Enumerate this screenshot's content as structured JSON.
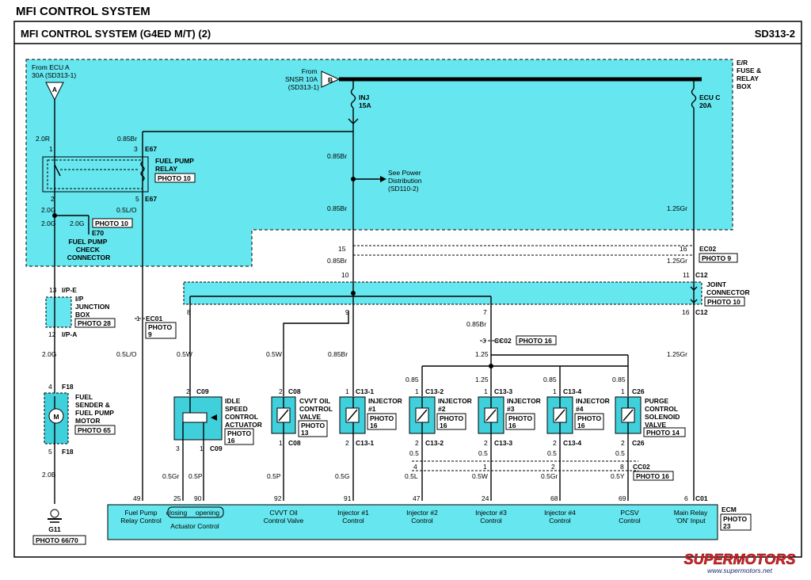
{
  "page_title": "MFI CONTROL SYSTEM",
  "header": {
    "title": "MFI CONTROL SYSTEM (G4ED M/T) (2)",
    "code": "SD313-2"
  },
  "colors": {
    "fuse_box_fill": "#66e6ee",
    "component_fill": "#3fd0dc",
    "ecm_fill": "#66e6ee"
  },
  "fuse_box": {
    "label": [
      "E/R",
      "FUSE &",
      "RELAY",
      "BOX"
    ]
  },
  "ecu_a": {
    "from": [
      "From ECU A",
      "30A (SD313-1)"
    ],
    "letter": "A"
  },
  "snsr": {
    "from": [
      "From",
      "SNSR 10A",
      "(SD313-1)"
    ],
    "letter": "B"
  },
  "inj_fuse": {
    "name": "INJ",
    "rating": "15A"
  },
  "ecu_c": {
    "name": "ECU C",
    "rating": "20A"
  },
  "relay": {
    "name": [
      "FUEL PUMP",
      "RELAY"
    ],
    "photo": "PHOTO 10",
    "conn_top": "E67",
    "conn_bot": "E67",
    "pin1": "1",
    "pin3": "3",
    "pin2": "2",
    "pin5": "5"
  },
  "wires": {
    "w2R": "2.0R",
    "w085Br_a": "0.85Br",
    "w085Br_b": "0.85Br",
    "w085Br_c": "0.85Br",
    "w085Br_d": "0.85Br",
    "w20G_a": "2.0G",
    "w20G_b": "2.0G",
    "w20G_c": "2.0G",
    "w05LO": "0.5L/O",
    "w125Gr_a": "1.25Gr",
    "w125Gr_b": "1.25Gr",
    "w125Gr_c": "1.25Gr",
    "w05W_a": "0.5W",
    "w05W_b": "0.5W",
    "w05W_c": "0.5W",
    "w085Br_e": "0.85Br",
    "w05LO_b": "0.5L/O",
    "w20G_d": "2.0G",
    "w20B": "2.0B",
    "w05Gr_a": "0.5Gr",
    "w05P_a": "0.5P",
    "w05P_b": "0.5P",
    "w05G": "0.5G",
    "w05L": "0.5L",
    "w05Gr_b": "0.5Gr",
    "w05Y": "0.5Y",
    "w085_a": "0.85",
    "w125_a": "1.25",
    "w085_b": "0.85",
    "w085_c": "0.85",
    "w125_b": "1.25",
    "w05_a": "0.5",
    "w05_b": "0.5",
    "w05_c": "0.5",
    "w05_d": "0.5"
  },
  "power_dist": [
    "See Power",
    "Distribution",
    "(SD110-2)"
  ],
  "check_conn": {
    "name": [
      "FUEL PUMP",
      "CHECK",
      "CONNECTOR"
    ],
    "conn": "E70",
    "photo": "PHOTO 10",
    "wire": "2.0G"
  },
  "ec02": {
    "pin_l": "15",
    "pin_r": "16",
    "conn": "EC02",
    "photo": "PHOTO 9"
  },
  "c12": {
    "pin_l": "10",
    "pin_r": "11",
    "conn": "C12",
    "conn_b": "C12",
    "pin_b": "16"
  },
  "joint": {
    "name": [
      "JOINT",
      "CONNECTOR"
    ],
    "photo": "PHOTO 10",
    "pins": [
      "8",
      "9",
      "7"
    ]
  },
  "ip_junction": {
    "name": [
      "I/P",
      "JUNCTION",
      "BOX"
    ],
    "photo": "PHOTO 28",
    "top": "I/P-E",
    "bot": "I/P-A",
    "pin_t": "13",
    "pin_b": "12"
  },
  "ec01": {
    "pin": "1",
    "conn": "EC01",
    "photo": "PHOTO",
    "photo2": "9"
  },
  "cc02": {
    "pin": "3",
    "conn": "CC02",
    "photo": "PHOTO 16"
  },
  "fuel_sender": {
    "name": [
      "FUEL",
      "SENDER &",
      "FUEL PUMP",
      "MOTOR"
    ],
    "photo": "PHOTO 65",
    "top": "F18",
    "bot": "F18",
    "pin_t": "4",
    "pin_b": "5",
    "sym": "M"
  },
  "ground": {
    "name": "G11",
    "photo": "PHOTO 66/70"
  },
  "idle": {
    "name": [
      "IDLE",
      "SPEED",
      "CONTROL",
      "ACTUATOR"
    ],
    "photo": "PHOTO",
    "photo2": "16",
    "conn": "C09",
    "conn_b": "C09",
    "pin_t": "2",
    "pin_b1": "3",
    "pin_b2": "1"
  },
  "cvvt": {
    "name": [
      "CVVT OIL",
      "CONTROL",
      "VALVE"
    ],
    "photo": "PHOTO",
    "photo2": "13",
    "conn": "C08",
    "conn_b": "C08",
    "pin_t": "2",
    "pin_b": "1"
  },
  "inj1": {
    "name": [
      "INJECTOR",
      "#1"
    ],
    "photo": "PHOTO",
    "photo2": "16",
    "conn": "C13-1",
    "conn_b": "C13-1",
    "pin_t": "1",
    "pin_b": "2"
  },
  "inj2": {
    "name": [
      "INJECTOR",
      "#2"
    ],
    "photo": "PHOTO",
    "photo2": "16",
    "conn": "C13-2",
    "conn_b": "C13-2",
    "pin_t": "1",
    "pin_b": "2"
  },
  "inj3": {
    "name": [
      "INJECTOR",
      "#3"
    ],
    "photo": "PHOTO",
    "photo2": "16",
    "conn": "C13-3",
    "conn_b": "C13-3",
    "pin_t": "1",
    "pin_b": "2"
  },
  "inj4": {
    "name": [
      "INJECTOR",
      "#4"
    ],
    "photo": "PHOTO",
    "photo2": "16",
    "conn": "C13-4",
    "conn_b": "C13-4",
    "pin_t": "1",
    "pin_b": "2"
  },
  "purge": {
    "name": [
      "PURGE",
      "CONTROL",
      "SOLENOID",
      "VALVE"
    ],
    "photo": "PHOTO 14",
    "conn": "C26",
    "conn_b": "C26",
    "pin_t": "1",
    "pin_b": "2"
  },
  "cc02b": {
    "conn": "CC02",
    "photo": "PHOTO 16",
    "pins": [
      "4",
      "1",
      "2",
      "8"
    ]
  },
  "ecm": {
    "name": "ECM",
    "photo": "PHOTO",
    "photo2": "23",
    "conn": "C01",
    "pins": [
      "49",
      "25",
      "90",
      "92",
      "91",
      "47",
      "24",
      "68",
      "69",
      "6"
    ],
    "labels": [
      [
        "Fuel Pump",
        "Relay Control"
      ],
      [
        "closing"
      ],
      [
        "opening"
      ],
      [
        "CVVT Oil",
        "Control Valve"
      ],
      [
        "Injector #1",
        "Control"
      ],
      [
        "Injector #2",
        "Control"
      ],
      [
        "Injector #3",
        "Control"
      ],
      [
        "Injector #4",
        "Control"
      ],
      [
        "PCSV",
        "Control"
      ],
      [
        "Main Relay",
        "'ON' Input"
      ]
    ],
    "actuator_label": "Actuator Control"
  },
  "watermark": {
    "brand": "SUPERMOTORS",
    "url": "www.supermotors.net"
  }
}
